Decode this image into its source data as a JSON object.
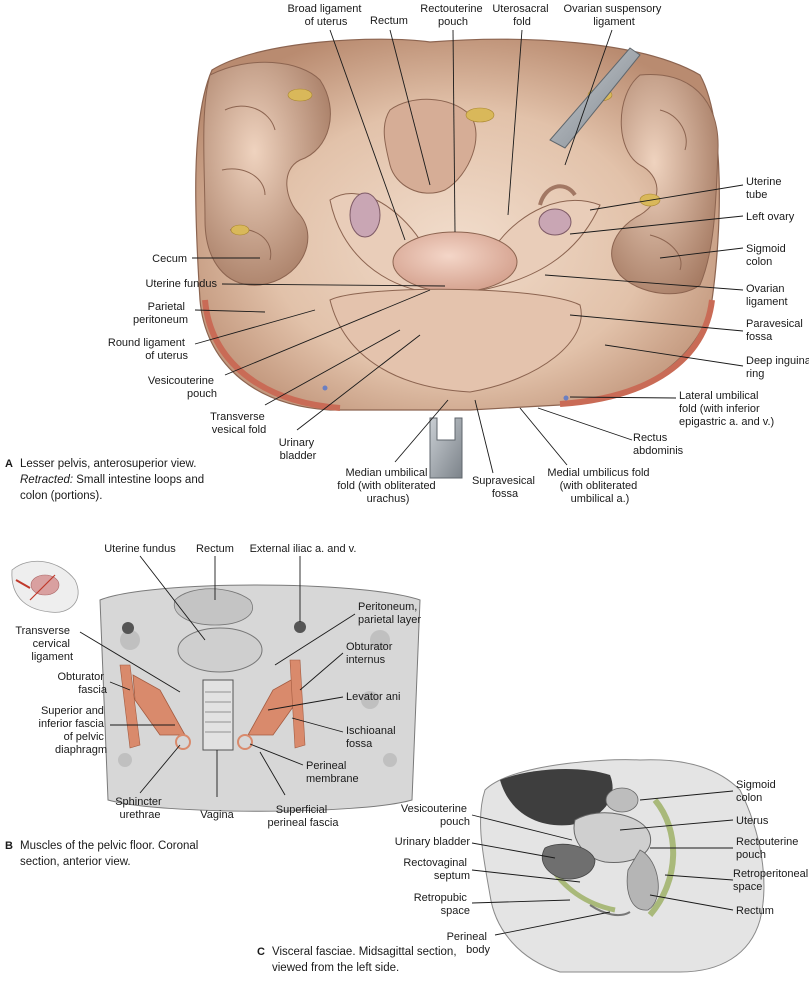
{
  "panel_a": {
    "caption_letter": "A",
    "caption_line1": "Lesser pelvis, anterosuperior view.",
    "caption_retracted": "Retracted:",
    "caption_line2_rest": " Small intestine loops and",
    "caption_line3": "colon (portions).",
    "labels": {
      "broad_ligament": [
        "Broad ligament",
        "of uterus"
      ],
      "rectum": [
        "Rectum"
      ],
      "rectouterine_pouch": [
        "Rectouterine",
        "pouch"
      ],
      "uterosacral_fold": [
        "Uterosacral",
        "fold"
      ],
      "ovarian_suspensory": [
        "Ovarian suspensory",
        "ligament"
      ],
      "uterine_tube": [
        "Uterine",
        "tube"
      ],
      "left_ovary": [
        "Left ovary"
      ],
      "sigmoid_colon": [
        "Sigmoid",
        "colon"
      ],
      "ovarian_ligament": [
        "Ovarian",
        "ligament"
      ],
      "paravesical_fossa": [
        "Paravesical",
        "fossa"
      ],
      "deep_inguinal_ring": [
        "Deep inguinal",
        "ring"
      ],
      "lateral_umbilical_fold": [
        "Lateral umbilical",
        "fold (with inferior",
        "epigastric a. and v.)"
      ],
      "rectus_abdominis": [
        "Rectus",
        "abdominis"
      ],
      "medial_umbilicus_fold": [
        "Medial umbilicus fold",
        "(with obliterated",
        "umbilical a.)"
      ],
      "supravesical_fossa": [
        "Supravesical",
        "fossa"
      ],
      "median_umbilical_fold": [
        "Median umbilical",
        "fold (with obliterated",
        "urachus)"
      ],
      "urinary_bladder": [
        "Urinary",
        "bladder"
      ],
      "transverse_vesical_fold": [
        "Transverse",
        "vesical fold"
      ],
      "vesicouterine_pouch": [
        "Vesicouterine",
        "pouch"
      ],
      "round_ligament": [
        "Round ligament",
        "of uterus"
      ],
      "parietal_peritoneum": [
        "Parietal",
        "peritoneum"
      ],
      "uterine_fundus": [
        "Uterine fundus"
      ],
      "cecum": [
        "Cecum"
      ]
    }
  },
  "panel_b": {
    "caption_letter": "B",
    "caption_line1": "Muscles of the pelvic floor. Coronal",
    "caption_line2": "section, anterior view.",
    "labels": {
      "uterine_fundus": [
        "Uterine fundus"
      ],
      "rectum": [
        "Rectum"
      ],
      "external_iliac": [
        "External iliac a. and v."
      ],
      "peritoneum_parietal": [
        "Peritoneum,",
        "parietal layer"
      ],
      "obturator_internus": [
        "Obturator",
        "internus"
      ],
      "levator_ani": [
        "Levator ani"
      ],
      "ischioanal_fossa": [
        "Ischioanal",
        "fossa"
      ],
      "perineal_membrane": [
        "Perineal",
        "membrane"
      ],
      "superficial_perineal_fascia": [
        "Superficial",
        "perineal fascia"
      ],
      "vagina": [
        "Vagina"
      ],
      "sphincter_urethrae": [
        "Sphincter",
        "urethrae"
      ],
      "superior_inferior_fascia": [
        "Superior and",
        "inferior fascia",
        "of pelvic",
        "diaphragm"
      ],
      "obturator_fascia": [
        "Obturator",
        "fascia"
      ],
      "transverse_cervical": [
        "Transverse",
        "cervical",
        "ligament"
      ]
    }
  },
  "panel_c": {
    "caption_letter": "C",
    "caption_line1": "Visceral fasciae. Midsagittal section,",
    "caption_line2": "viewed from the left side.",
    "labels": {
      "vesicouterine_pouch": [
        "Vesicouterine",
        "pouch"
      ],
      "urinary_bladder": [
        "Urinary bladder"
      ],
      "rectovaginal_septum": [
        "Rectovaginal",
        "septum"
      ],
      "retropubic_space": [
        "Retropubic",
        "space"
      ],
      "perineal_body": [
        "Perineal",
        "body"
      ],
      "sigmoid_colon": [
        "Sigmoid",
        "colon"
      ],
      "uterus": [
        "Uterus"
      ],
      "rectouterine_pouch": [
        "Rectouterine",
        "pouch"
      ],
      "retroperitoneal_space": [
        "Retroperitoneal",
        "space"
      ],
      "rectum": [
        "Rectum"
      ]
    }
  },
  "colors": {
    "tissue": "#e6c9b4",
    "tissue_dark": "#b88a72",
    "peritoneum": "#eed9c9",
    "uterus": "#e9bfae",
    "bone": "#d8d8d8",
    "muscle": "#d98a6c",
    "fascia_green": "#a9b97a",
    "fat": "#d9b85a",
    "instrument": "#9aa0a6",
    "text": "#1a1a1a"
  }
}
